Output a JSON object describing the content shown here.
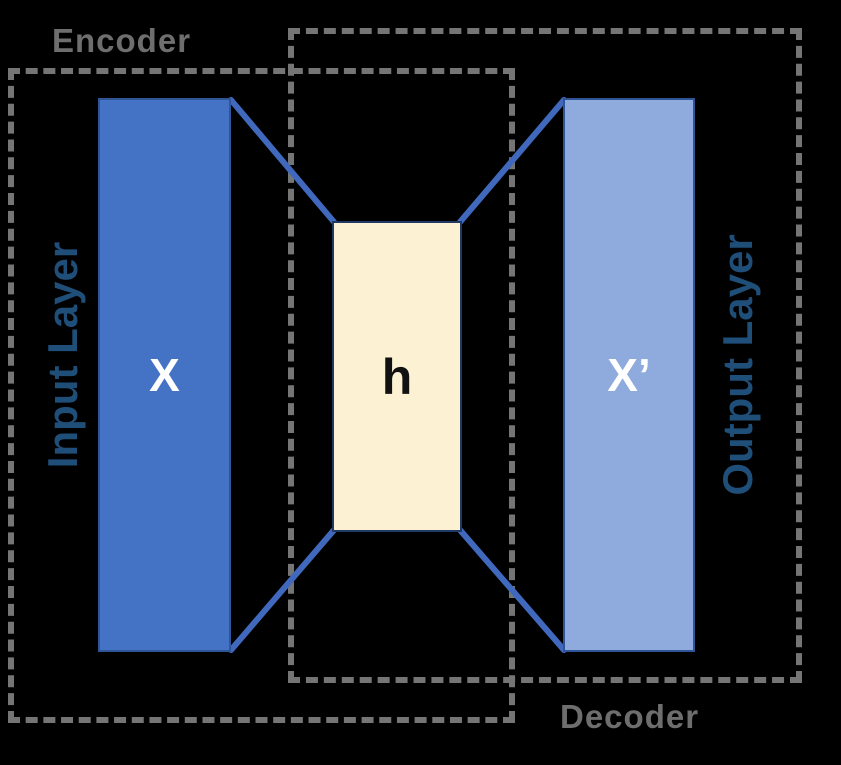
{
  "diagram": {
    "type": "autoencoder-architecture",
    "encoder_label": "Encoder",
    "decoder_label": "Decoder",
    "input_layer": {
      "label": "X",
      "side_label": "Input Layer"
    },
    "hidden_layer": {
      "label": "h"
    },
    "output_layer": {
      "label": "X’",
      "side_label": "Output Layer"
    }
  },
  "colors": {
    "background": "#000000",
    "dashed_box": "#757575",
    "box_label_gray": "#6E6E6E",
    "input_fill": "#4472C4",
    "input_border": "#2F5597",
    "hidden_fill": "#FDF1D3",
    "hidden_border": "#203864",
    "output_fill": "#8FAADC",
    "output_border": "#2F5597",
    "connector": "#4069BE",
    "side_label_text": "#1F4E79",
    "x_label_text": "#FFFFFF",
    "h_label_text": "#111111"
  }
}
